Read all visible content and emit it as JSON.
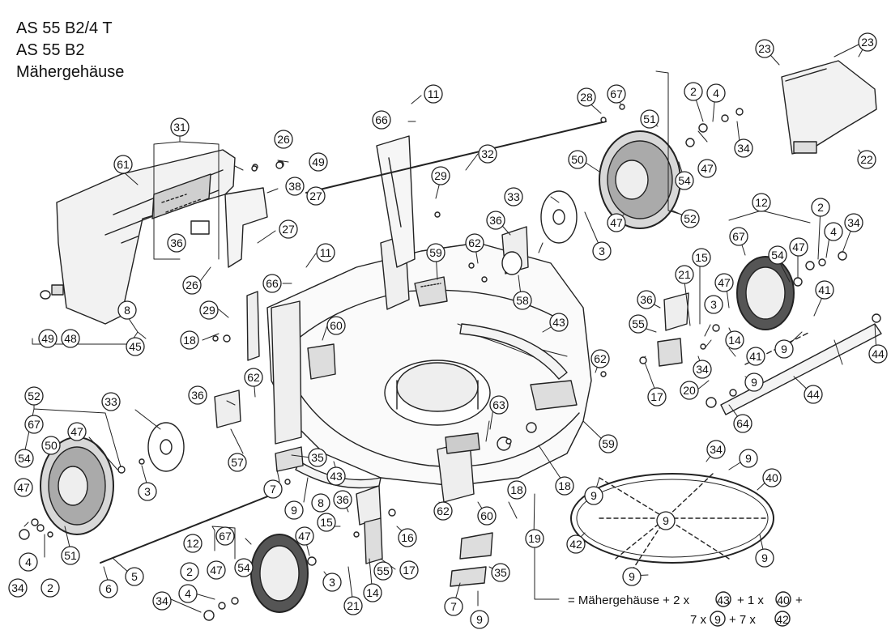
{
  "header": {
    "lines": [
      "AS 55 B2/4 T",
      "AS 55 B2",
      "Mähergehäuse"
    ]
  },
  "parts": [
    {
      "n": "61"
    },
    {
      "n": "31"
    },
    {
      "n": "26"
    },
    {
      "n": "49"
    },
    {
      "n": "38"
    },
    {
      "n": "27"
    },
    {
      "n": "27"
    },
    {
      "n": "36"
    },
    {
      "n": "26"
    },
    {
      "n": "8"
    },
    {
      "n": "49"
    },
    {
      "n": "48"
    },
    {
      "n": "45"
    },
    {
      "n": "11"
    },
    {
      "n": "66"
    },
    {
      "n": "32"
    },
    {
      "n": "29"
    },
    {
      "n": "11"
    },
    {
      "n": "66"
    },
    {
      "n": "29"
    },
    {
      "n": "18"
    },
    {
      "n": "60"
    },
    {
      "n": "62"
    },
    {
      "n": "36"
    },
    {
      "n": "33"
    },
    {
      "n": "52"
    },
    {
      "n": "67"
    },
    {
      "n": "47"
    },
    {
      "n": "50"
    },
    {
      "n": "54"
    },
    {
      "n": "47"
    },
    {
      "n": "3"
    },
    {
      "n": "57"
    },
    {
      "n": "35"
    },
    {
      "n": "7"
    },
    {
      "n": "9"
    },
    {
      "n": "8"
    },
    {
      "n": "43"
    },
    {
      "n": "36"
    },
    {
      "n": "4"
    },
    {
      "n": "51"
    },
    {
      "n": "34"
    },
    {
      "n": "2"
    },
    {
      "n": "6"
    },
    {
      "n": "5"
    },
    {
      "n": "12"
    },
    {
      "n": "67"
    },
    {
      "n": "47"
    },
    {
      "n": "2"
    },
    {
      "n": "47"
    },
    {
      "n": "54"
    },
    {
      "n": "3"
    },
    {
      "n": "4"
    },
    {
      "n": "34"
    },
    {
      "n": "15"
    },
    {
      "n": "21"
    },
    {
      "n": "14"
    },
    {
      "n": "55"
    },
    {
      "n": "16"
    },
    {
      "n": "17"
    },
    {
      "n": "62"
    },
    {
      "n": "60"
    },
    {
      "n": "18"
    },
    {
      "n": "19"
    },
    {
      "n": "35"
    },
    {
      "n": "7"
    },
    {
      "n": "9"
    },
    {
      "n": "63"
    },
    {
      "n": "59"
    },
    {
      "n": "18"
    },
    {
      "n": "28"
    },
    {
      "n": "67"
    },
    {
      "n": "51"
    },
    {
      "n": "50"
    },
    {
      "n": "47"
    },
    {
      "n": "54"
    },
    {
      "n": "52"
    },
    {
      "n": "33"
    },
    {
      "n": "36"
    },
    {
      "n": "3"
    },
    {
      "n": "62"
    },
    {
      "n": "59"
    },
    {
      "n": "58"
    },
    {
      "n": "43"
    },
    {
      "n": "62"
    },
    {
      "n": "17"
    },
    {
      "n": "2"
    },
    {
      "n": "4"
    },
    {
      "n": "34"
    },
    {
      "n": "47"
    },
    {
      "n": "23"
    },
    {
      "n": "23"
    },
    {
      "n": "22"
    },
    {
      "n": "12"
    },
    {
      "n": "67"
    },
    {
      "n": "54"
    },
    {
      "n": "47"
    },
    {
      "n": "2"
    },
    {
      "n": "4"
    },
    {
      "n": "34"
    },
    {
      "n": "15"
    },
    {
      "n": "21"
    },
    {
      "n": "47"
    },
    {
      "n": "36"
    },
    {
      "n": "3"
    },
    {
      "n": "55"
    },
    {
      "n": "14"
    },
    {
      "n": "41"
    },
    {
      "n": "9"
    },
    {
      "n": "41"
    },
    {
      "n": "44"
    },
    {
      "n": "34"
    },
    {
      "n": "20"
    },
    {
      "n": "9"
    },
    {
      "n": "44"
    },
    {
      "n": "64"
    },
    {
      "n": "34"
    },
    {
      "n": "9"
    },
    {
      "n": "40"
    },
    {
      "n": "9"
    },
    {
      "n": "9"
    },
    {
      "n": "42"
    },
    {
      "n": "9"
    },
    {
      "n": "9"
    },
    {
      "n": "9"
    }
  ],
  "legend": {
    "line1_prefix": "= Mähergehäuse + 2 x",
    "line1_n1": "43",
    "line1_mid": "+ 1 x",
    "line1_n2": "40",
    "line1_suffix": "+",
    "line2_prefix": "7 x",
    "line2_n1": "9",
    "line2_mid": "+ 7 x",
    "line2_n2": "42"
  }
}
